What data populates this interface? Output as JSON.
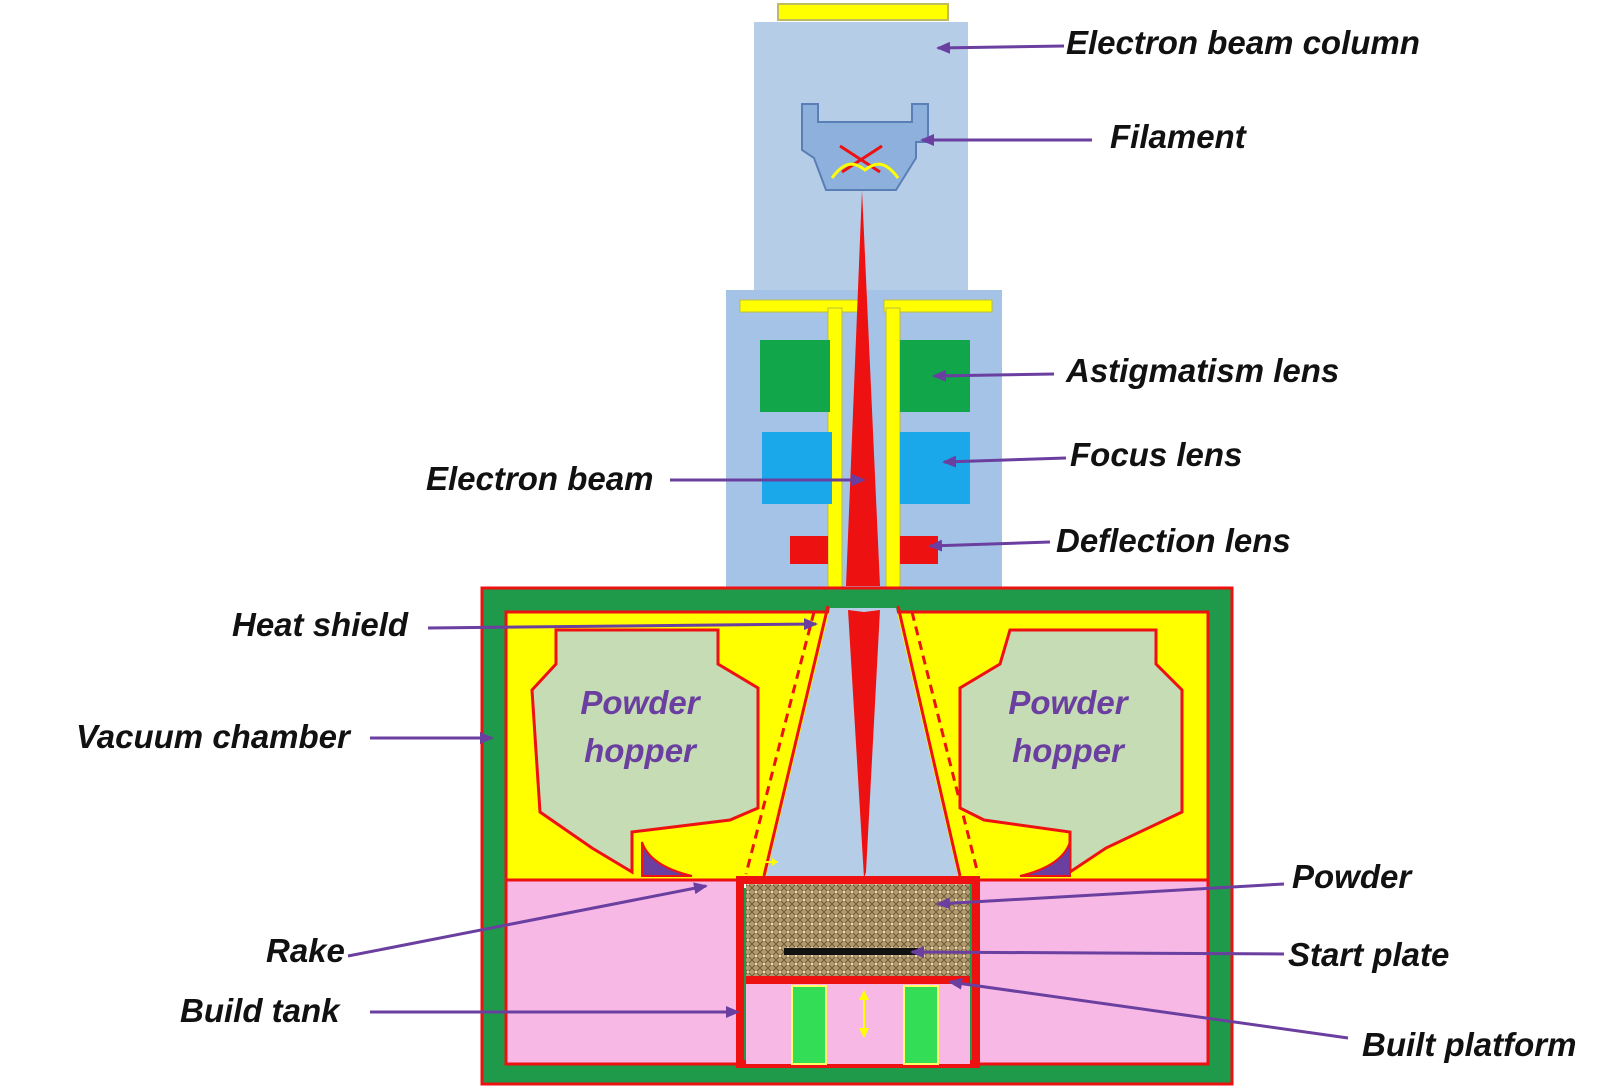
{
  "labels": {
    "electron_beam_column": "Electron beam column",
    "filament": "Filament",
    "astigmatism_lens": "Astigmatism lens",
    "focus_lens": "Focus lens",
    "electron_beam": "Electron beam",
    "deflection_lens": "Deflection lens",
    "heat_shield": "Heat shield",
    "vacuum_chamber": "Vacuum chamber",
    "powder": "Powder",
    "rake": "Rake",
    "start_plate": "Start plate",
    "build_tank": "Build tank",
    "built_platform": "Built platform"
  },
  "hoppers": {
    "left": {
      "line1": "Powder",
      "line2": "hopper"
    },
    "right": {
      "line1": "Powder",
      "line2": "hopper"
    }
  },
  "colors": {
    "column": "#b6cde8",
    "lens_housing": "#a5c3e6",
    "chamber_green": "#1f9a4a",
    "chamber_yellow": "#ffff00",
    "hopper_fill": "#c6dcb4",
    "hopper_text": "#6a3fa0",
    "beam_red": "#ee1111",
    "astigmatism_green": "#11a64a",
    "focus_blue": "#1aa8ea",
    "build_pink": "#f7b8e6",
    "arrow_purple": "#6a3fa0",
    "powder_tan": "#b39a6c"
  }
}
